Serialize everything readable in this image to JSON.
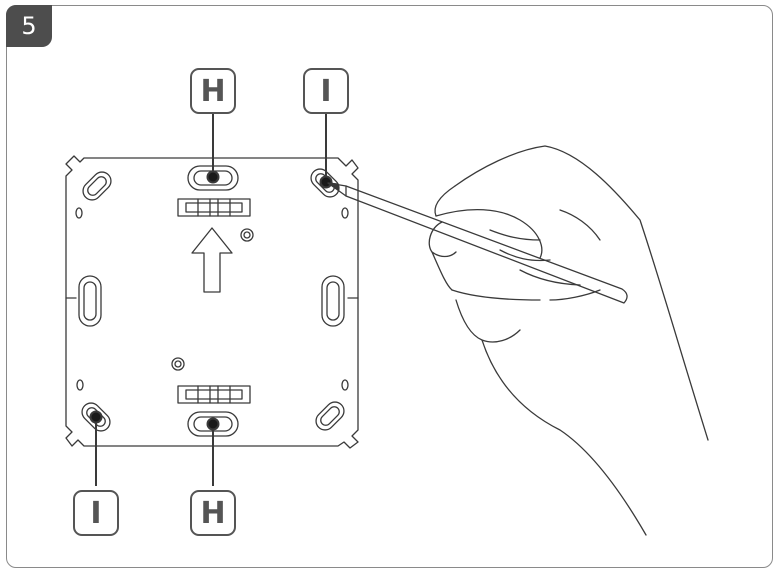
{
  "step": {
    "number": "5"
  },
  "labels": {
    "top_left": "H",
    "top_right": "I",
    "bottom_left": "I",
    "bottom_right": "H"
  },
  "colors": {
    "line": "#3a3a3a",
    "badge": "#4d4d4d",
    "frame": "#8a8a8a"
  },
  "icons": {
    "direction": "arrow-up-icon",
    "tool": "pencil-icon"
  }
}
